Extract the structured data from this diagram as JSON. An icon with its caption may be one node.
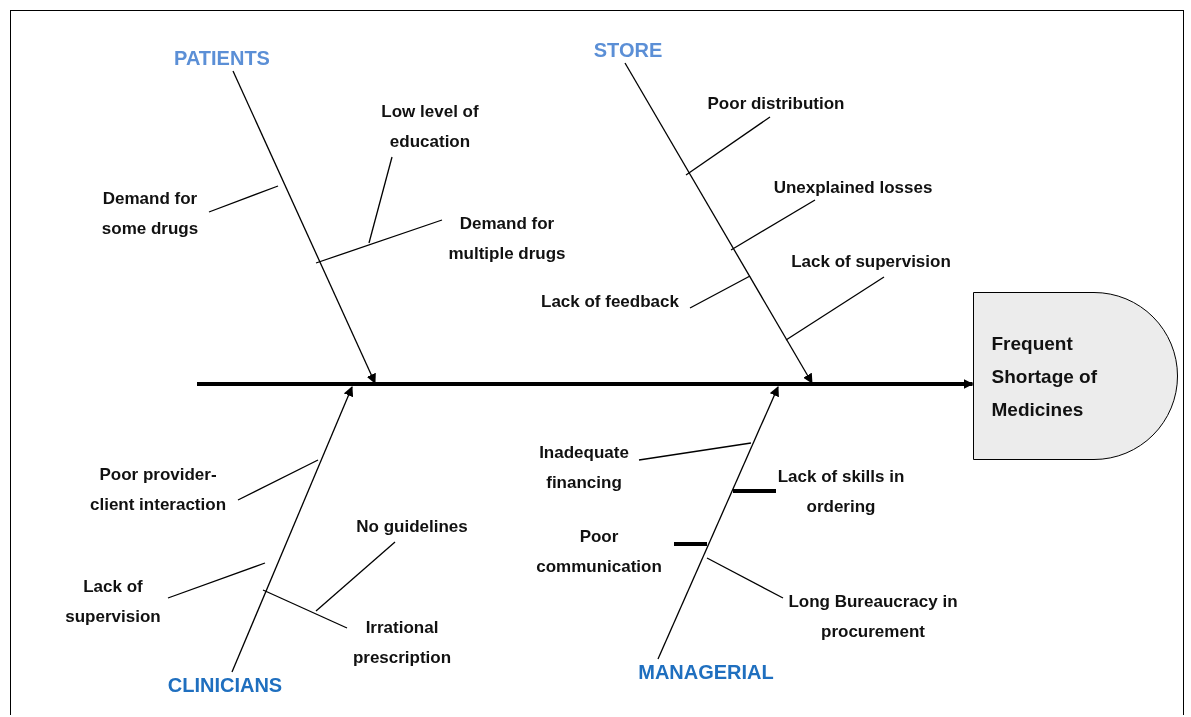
{
  "diagram": {
    "nodes": [
      {
        "text": [
          "PATIENTS"
        ]
      },
      {
        "text": [
          "STORE"
        ]
      },
      {
        "text": [
          "CLINICIANS"
        ]
      },
      {
        "text": [
          "MANAGERIAL"
        ]
      },
      {
        "text": [
          "Frequent Shortage of Medicines"
        ]
      },
      {
        "text": [
          "Demand for some drugs"
        ]
      },
      {
        "text": [
          "Low level of education"
        ]
      },
      {
        "text": [
          "Demand for multiple drugs"
        ]
      },
      {
        "text": [
          "Poor distribution"
        ]
      },
      {
        "text": [
          "Unexplained losses"
        ]
      },
      {
        "text": [
          "Lack of feedback"
        ]
      },
      {
        "text": [
          "Lack of supervision"
        ]
      },
      {
        "text": [
          "Poor provider-client interaction"
        ]
      },
      {
        "text": [
          "No guidelines"
        ]
      },
      {
        "text": [
          "Lack of supervision"
        ]
      },
      {
        "text": [
          "Irrational prescription"
        ]
      },
      {
        "text": [
          "Inadequate financing"
        ]
      },
      {
        "text": [
          "Lack of skills in ordering"
        ]
      },
      {
        "text": [
          "Poor communication"
        ]
      },
      {
        "text": [
          "Long Bureaucracy in procurement"
        ]
      }
    ],
    "edges": [
      {
        "from": null,
        "to": 4,
        "arrow": "to",
        "style": "thick"
      },
      {
        "from": 0,
        "to": null,
        "arrow": "to"
      },
      {
        "from": 1,
        "to": null,
        "arrow": "to"
      },
      {
        "from": 2,
        "to": null,
        "arrow": "to"
      },
      {
        "from": 3,
        "to": null,
        "arrow": "to"
      },
      {
        "from": 5,
        "to": null,
        "arrow": "none"
      },
      {
        "from": 6,
        "to": null,
        "arrow": "none"
      },
      {
        "from": 7,
        "to": null,
        "arrow": "none"
      },
      {
        "from": 8,
        "to": null,
        "arrow": "none"
      },
      {
        "from": 9,
        "to": null,
        "arrow": "none"
      },
      {
        "from": 10,
        "to": null,
        "arrow": "none"
      },
      {
        "from": 11,
        "to": null,
        "arrow": "none"
      },
      {
        "from": 12,
        "to": null,
        "arrow": "none"
      },
      {
        "from": 13,
        "to": null,
        "arrow": "none"
      },
      {
        "from": 14,
        "to": null,
        "arrow": "none"
      },
      {
        "from": 15,
        "to": null,
        "arrow": "none"
      },
      {
        "from": 16,
        "to": null,
        "arrow": "none"
      },
      {
        "from": 17,
        "to": null,
        "arrow": "none",
        "style": "thick"
      },
      {
        "from": 18,
        "to": null,
        "arrow": "none",
        "style": "thick"
      },
      {
        "from": 19,
        "to": null,
        "arrow": "none"
      }
    ]
  }
}
